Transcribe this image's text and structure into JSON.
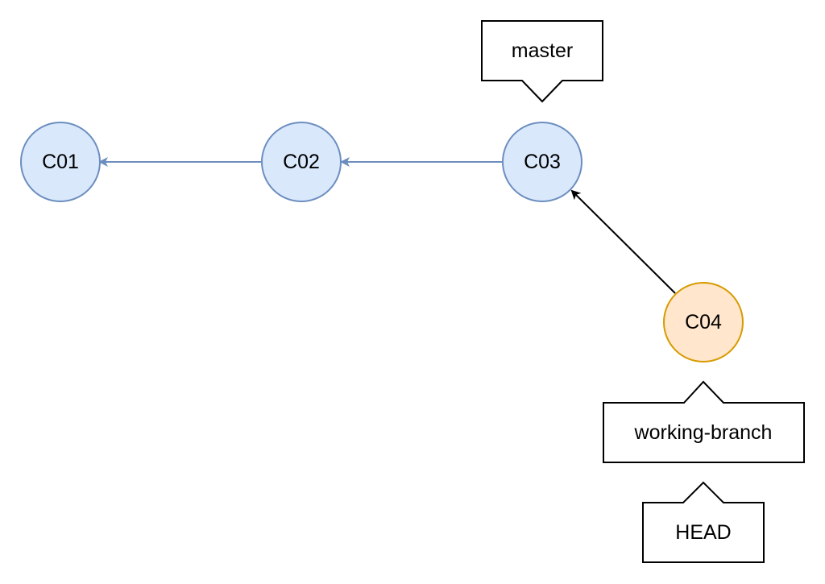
{
  "colors": {
    "commit_fill": "#dae8fc",
    "commit_stroke": "#6c8ebf",
    "new_commit_fill": "#ffe6cc",
    "new_commit_stroke": "#d79b00",
    "history_edge": "#6c8ebf",
    "new_edge": "#000000",
    "label_box_stroke": "#000000"
  },
  "commits": [
    {
      "id": "c01",
      "label": "C01",
      "style": "existing"
    },
    {
      "id": "c02",
      "label": "C02",
      "style": "existing"
    },
    {
      "id": "c03",
      "label": "C03",
      "style": "existing"
    },
    {
      "id": "c04",
      "label": "C04",
      "style": "new"
    }
  ],
  "edges": [
    {
      "from": "C02",
      "to": "C01",
      "style": "history"
    },
    {
      "from": "C03",
      "to": "C02",
      "style": "history"
    },
    {
      "from": "C04",
      "to": "C03",
      "style": "new"
    }
  ],
  "refs": [
    {
      "id": "master",
      "label": "master",
      "points_to": "C03"
    },
    {
      "id": "working-branch",
      "label": "working-branch",
      "points_to": "C04"
    },
    {
      "id": "head",
      "label": "HEAD",
      "points_to": "working-branch"
    }
  ]
}
